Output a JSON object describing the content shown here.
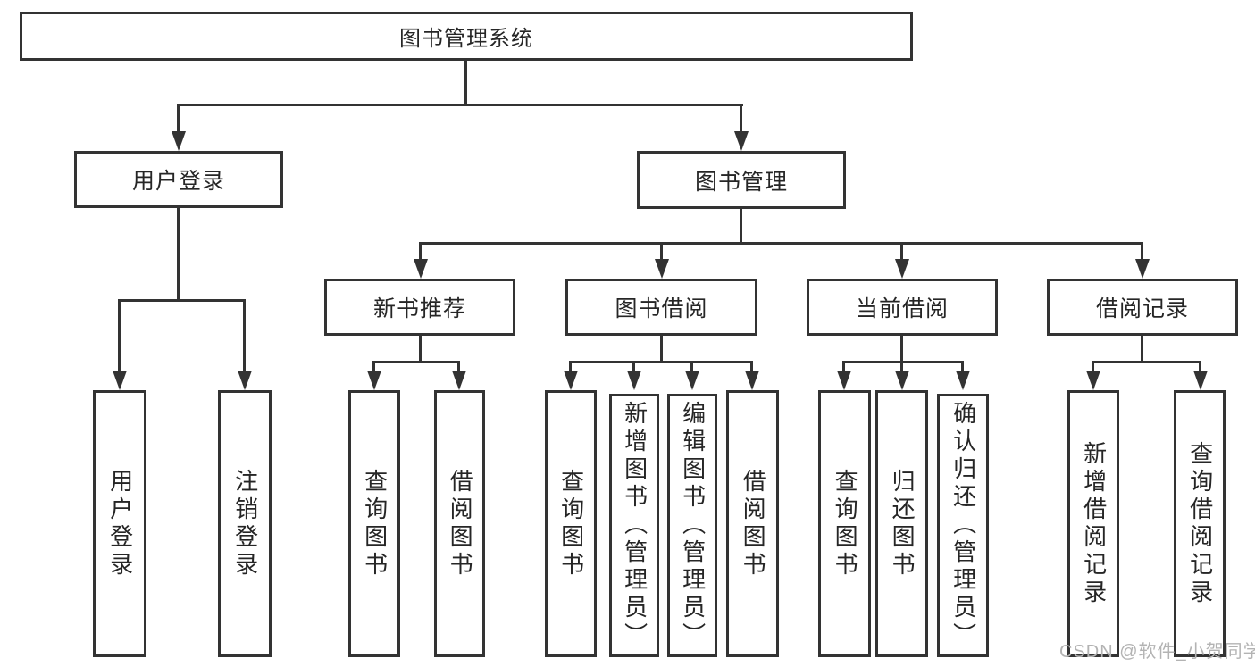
{
  "tree": {
    "label": "图书管理系统",
    "children": [
      {
        "label": "用户登录",
        "children": [
          {
            "label": "用户登录"
          },
          {
            "label": "注销登录"
          }
        ]
      },
      {
        "label": "图书管理",
        "children": [
          {
            "label": "新书推荐",
            "children": [
              {
                "label": "查询图书"
              },
              {
                "label": "借阅图书"
              }
            ]
          },
          {
            "label": "图书借阅",
            "children": [
              {
                "label": "查询图书"
              },
              {
                "label": "新增图书（管理员）"
              },
              {
                "label": "编辑图书（管理员）"
              },
              {
                "label": "借阅图书"
              }
            ]
          },
          {
            "label": "当前借阅",
            "children": [
              {
                "label": "查询图书"
              },
              {
                "label": "归还图书"
              },
              {
                "label": "确认归还（管理员）"
              }
            ]
          },
          {
            "label": "借阅记录",
            "children": [
              {
                "label": "新增借阅记录"
              },
              {
                "label": "查询借阅记录"
              }
            ]
          }
        ]
      }
    ]
  },
  "watermark": {
    "text": "CSDN @软件_小贺同学"
  },
  "colors": {
    "line": "#333333",
    "text": "#262626",
    "background": "#ffffff",
    "watermark": "#b3b3b3"
  }
}
